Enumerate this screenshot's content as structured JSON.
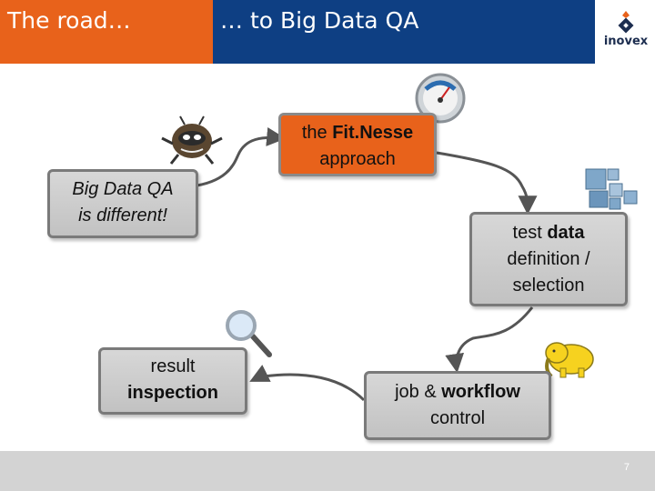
{
  "header": {
    "left_title": "The road…",
    "right_title": "… to Big Data QA",
    "logo_text": "inovex",
    "colors": {
      "left": "#e8621b",
      "right": "#0e3f83"
    }
  },
  "boxes": {
    "big_data_line1": "Big Data QA",
    "big_data_line2": "is different!",
    "fitnesse_pre": "the ",
    "fitnesse_bold": "Fit.Nesse",
    "fitnesse_line2": "approach",
    "testdata_pre": "test ",
    "testdata_bold": "data",
    "testdata_line2": "definition /",
    "testdata_line3": "selection",
    "job_pre": "job & ",
    "job_bold": "workflow",
    "job_line2": "control",
    "result_line1": "result",
    "result_line2": "inspection"
  },
  "icons": [
    "bug-icon",
    "fitnesse-gauge-icon",
    "database-cubes-icon",
    "hadoop-elephant-icon",
    "magnifier-icon",
    "inovex-logo-icon"
  ],
  "footer": {
    "page_number": "7"
  }
}
